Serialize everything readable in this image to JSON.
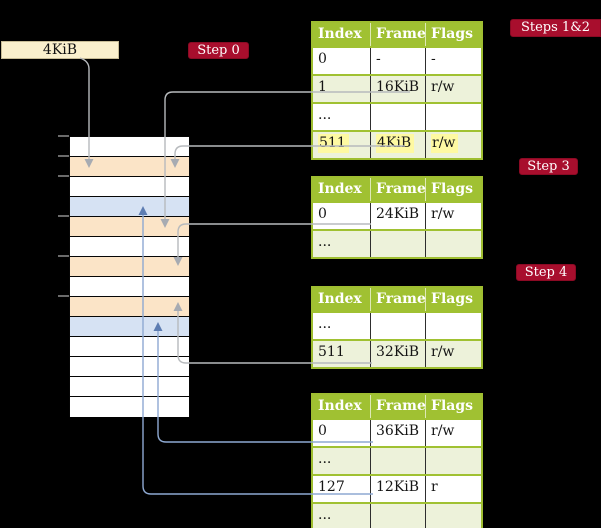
{
  "root_pointer": {
    "label": "4KiB"
  },
  "badges": {
    "step0": "Step 0",
    "steps_1_2": "Steps 1&2",
    "step3": "Step 3",
    "step4": "Step 4"
  },
  "memory_strip": {
    "row_colors": [
      "white",
      "peach",
      "white",
      "blue",
      "peach",
      "white",
      "peach",
      "white",
      "peach",
      "blue",
      "white",
      "white",
      "white",
      "white"
    ]
  },
  "tables": [
    {
      "headers": [
        "Index",
        "Frame",
        "Flags"
      ],
      "shades": [
        "plain",
        "tint",
        "plain",
        "tint"
      ],
      "rows": [
        [
          "0",
          "-",
          "-"
        ],
        [
          "1",
          "16KiB",
          "r/w"
        ],
        [
          "...",
          "",
          ""
        ],
        [
          "511",
          "4KiB",
          "r/w"
        ]
      ]
    },
    {
      "headers": [
        "Index",
        "Frame",
        "Flags"
      ],
      "shades": [
        "plain",
        "tint"
      ],
      "rows": [
        [
          "0",
          "24KiB",
          "r/w"
        ],
        [
          "...",
          "",
          ""
        ]
      ]
    },
    {
      "headers": [
        "Index",
        "Frame",
        "Flags"
      ],
      "shades": [
        "plain",
        "tint"
      ],
      "rows": [
        [
          "...",
          "",
          ""
        ],
        [
          "511",
          "32KiB",
          "r/w"
        ]
      ]
    },
    {
      "headers": [
        "Index",
        "Frame",
        "Flags"
      ],
      "shades": [
        "plain",
        "tint",
        "plain",
        "tint"
      ],
      "rows": [
        [
          "0",
          "36KiB",
          "r/w"
        ],
        [
          "...",
          "",
          ""
        ],
        [
          "127",
          "12KiB",
          "r"
        ],
        [
          "...",
          "",
          ""
        ]
      ]
    }
  ],
  "colors": {
    "accent_red": "#A80E2D",
    "table_green": "#A0C132",
    "row_tint_green": "#EDF2DA",
    "frame_peach": "#FBE4C7",
    "frame_blue": "#D6E2F3",
    "root_cream": "#FAF0CD",
    "highlight_yellow": "#FEF9A2",
    "pointer_gray": "#B7BABD",
    "pointer_blue": "#8EA9D2"
  }
}
